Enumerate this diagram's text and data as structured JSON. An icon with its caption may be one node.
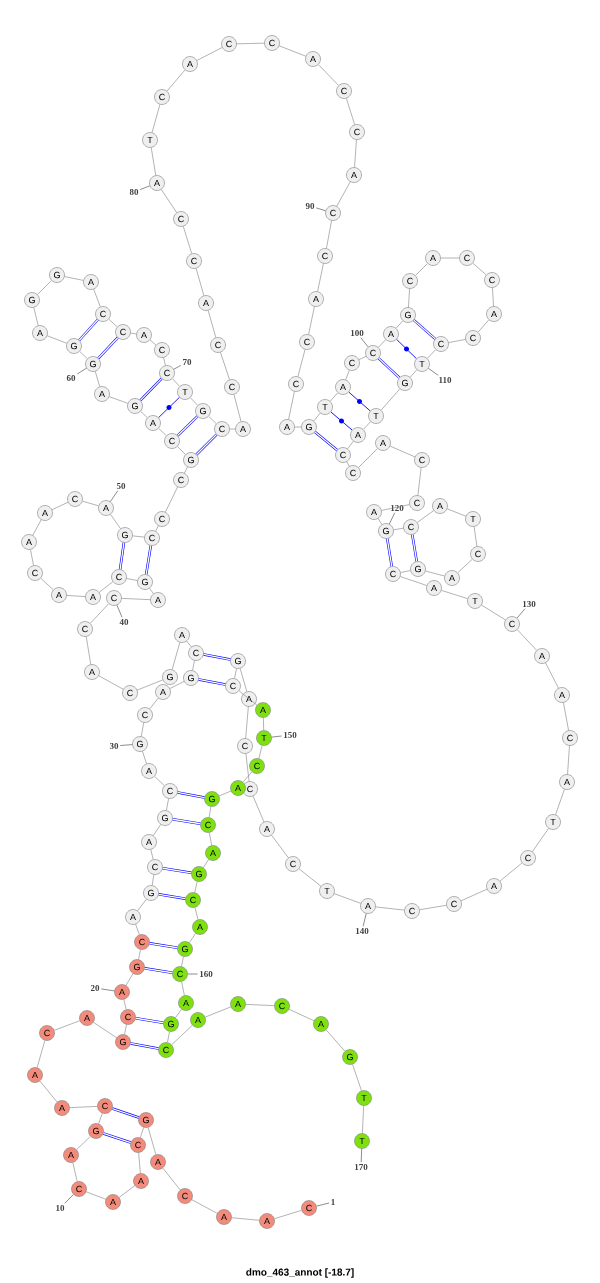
{
  "diagram": {
    "title": "dmo_463_annot [-18.7]",
    "nodes": [
      {
        "text": [
          "C"
        ]
      },
      {
        "text": [
          "A"
        ]
      },
      {
        "text": [
          "A"
        ]
      },
      {
        "text": [
          "C"
        ]
      },
      {
        "text": [
          "A"
        ]
      },
      {
        "text": [
          "G"
        ]
      },
      {
        "text": [
          "C"
        ]
      },
      {
        "text": [
          "A"
        ]
      },
      {
        "text": [
          "A"
        ]
      },
      {
        "text": [
          "C"
        ]
      },
      {
        "text": [
          "A"
        ]
      },
      {
        "text": [
          "G"
        ]
      },
      {
        "text": [
          "C"
        ]
      },
      {
        "text": [
          "A"
        ]
      },
      {
        "text": [
          "A"
        ]
      },
      {
        "text": [
          "C"
        ]
      },
      {
        "text": [
          "A"
        ]
      },
      {
        "text": [
          "G"
        ]
      },
      {
        "text": [
          "C"
        ]
      },
      {
        "text": [
          "A"
        ]
      },
      {
        "text": [
          "G"
        ]
      },
      {
        "text": [
          "C"
        ]
      },
      {
        "text": [
          "A"
        ]
      },
      {
        "text": [
          "G"
        ]
      },
      {
        "text": [
          "C"
        ]
      },
      {
        "text": [
          "A"
        ]
      },
      {
        "text": [
          "G"
        ]
      },
      {
        "text": [
          "C"
        ]
      },
      {
        "text": [
          "A"
        ]
      },
      {
        "text": [
          "G"
        ]
      },
      {
        "text": [
          "C"
        ]
      },
      {
        "text": [
          "A"
        ]
      },
      {
        "text": [
          "G"
        ]
      },
      {
        "text": [
          "C"
        ]
      },
      {
        "text": [
          "A"
        ]
      },
      {
        "text": [
          "G"
        ]
      },
      {
        "text": [
          "C"
        ]
      },
      {
        "text": [
          "A"
        ]
      },
      {
        "text": [
          "C"
        ]
      },
      {
        "text": [
          "C"
        ]
      },
      {
        "text": [
          "A"
        ]
      },
      {
        "text": [
          "G"
        ]
      },
      {
        "text": [
          "C"
        ]
      },
      {
        "text": [
          "A"
        ]
      },
      {
        "text": [
          "A"
        ]
      },
      {
        "text": [
          "C"
        ]
      },
      {
        "text": [
          "A"
        ]
      },
      {
        "text": [
          "A"
        ]
      },
      {
        "text": [
          "C"
        ]
      },
      {
        "text": [
          "A"
        ]
      },
      {
        "text": [
          "G"
        ]
      },
      {
        "text": [
          "C"
        ]
      },
      {
        "text": [
          "C"
        ]
      },
      {
        "text": [
          "C"
        ]
      },
      {
        "text": [
          "G"
        ]
      },
      {
        "text": [
          "C"
        ]
      },
      {
        "text": [
          "A"
        ]
      },
      {
        "text": [
          "G"
        ]
      },
      {
        "text": [
          "A"
        ]
      },
      {
        "text": [
          "G"
        ]
      },
      {
        "text": [
          "G"
        ]
      },
      {
        "text": [
          "A"
        ]
      },
      {
        "text": [
          "G"
        ]
      },
      {
        "text": [
          "G"
        ]
      },
      {
        "text": [
          "A"
        ]
      },
      {
        "text": [
          "C"
        ]
      },
      {
        "text": [
          "C"
        ]
      },
      {
        "text": [
          "A"
        ]
      },
      {
        "text": [
          "C"
        ]
      },
      {
        "text": [
          "C"
        ]
      },
      {
        "text": [
          "T"
        ]
      },
      {
        "text": [
          "G"
        ]
      },
      {
        "text": [
          "C"
        ]
      },
      {
        "text": [
          "A"
        ]
      },
      {
        "text": [
          "C"
        ]
      },
      {
        "text": [
          "C"
        ]
      },
      {
        "text": [
          "A"
        ]
      },
      {
        "text": [
          "C"
        ]
      },
      {
        "text": [
          "C"
        ]
      },
      {
        "text": [
          "A"
        ]
      },
      {
        "text": [
          "T"
        ]
      },
      {
        "text": [
          "C"
        ]
      },
      {
        "text": [
          "A"
        ]
      },
      {
        "text": [
          "C"
        ]
      },
      {
        "text": [
          "C"
        ]
      },
      {
        "text": [
          "A"
        ]
      },
      {
        "text": [
          "C"
        ]
      },
      {
        "text": [
          "C"
        ]
      },
      {
        "text": [
          "A"
        ]
      },
      {
        "text": [
          "C"
        ]
      },
      {
        "text": [
          "C"
        ]
      },
      {
        "text": [
          "A"
        ]
      },
      {
        "text": [
          "C"
        ]
      },
      {
        "text": [
          "C"
        ]
      },
      {
        "text": [
          "A"
        ]
      },
      {
        "text": [
          "G"
        ]
      },
      {
        "text": [
          "T"
        ]
      },
      {
        "text": [
          "A"
        ]
      },
      {
        "text": [
          "C"
        ]
      },
      {
        "text": [
          "C"
        ]
      },
      {
        "text": [
          "A"
        ]
      },
      {
        "text": [
          "G"
        ]
      },
      {
        "text": [
          "C"
        ]
      },
      {
        "text": [
          "A"
        ]
      },
      {
        "text": [
          "C"
        ]
      },
      {
        "text": [
          "C"
        ]
      },
      {
        "text": [
          "A"
        ]
      },
      {
        "text": [
          "C"
        ]
      },
      {
        "text": [
          "C"
        ]
      },
      {
        "text": [
          "T"
        ]
      },
      {
        "text": [
          "G"
        ]
      },
      {
        "text": [
          "T"
        ]
      },
      {
        "text": [
          "A"
        ]
      },
      {
        "text": [
          "C"
        ]
      },
      {
        "text": [
          "C"
        ]
      },
      {
        "text": [
          "A"
        ]
      },
      {
        "text": [
          "C"
        ]
      },
      {
        "text": [
          "C"
        ]
      },
      {
        "text": [
          "A"
        ]
      },
      {
        "text": [
          "G"
        ]
      },
      {
        "text": [
          "C"
        ]
      },
      {
        "text": [
          "A"
        ]
      },
      {
        "text": [
          "T"
        ]
      },
      {
        "text": [
          "C"
        ]
      },
      {
        "text": [
          "A"
        ]
      },
      {
        "text": [
          "G"
        ]
      },
      {
        "text": [
          "C"
        ]
      },
      {
        "text": [
          "A"
        ]
      },
      {
        "text": [
          "T"
        ]
      },
      {
        "text": [
          "C"
        ]
      },
      {
        "text": [
          "A"
        ]
      },
      {
        "text": [
          "A"
        ]
      },
      {
        "text": [
          "C"
        ]
      },
      {
        "text": [
          "A"
        ]
      },
      {
        "text": [
          "T"
        ]
      },
      {
        "text": [
          "C"
        ]
      },
      {
        "text": [
          "A"
        ]
      },
      {
        "text": [
          "C"
        ]
      },
      {
        "text": [
          "C"
        ]
      },
      {
        "text": [
          "A"
        ]
      },
      {
        "text": [
          "T"
        ]
      },
      {
        "text": [
          "C"
        ]
      },
      {
        "text": [
          "A"
        ]
      },
      {
        "text": [
          "C"
        ]
      },
      {
        "text": [
          "C"
        ]
      },
      {
        "text": [
          "A"
        ]
      },
      {
        "text": [
          "G"
        ]
      },
      {
        "text": [
          "C"
        ]
      },
      {
        "text": [
          "A"
        ]
      },
      {
        "text": [
          "T"
        ]
      },
      {
        "text": [
          "C"
        ]
      },
      {
        "text": [
          "A"
        ]
      },
      {
        "text": [
          "G"
        ]
      },
      {
        "text": [
          "C"
        ]
      },
      {
        "text": [
          "A"
        ]
      },
      {
        "text": [
          "G"
        ]
      },
      {
        "text": [
          "C"
        ]
      },
      {
        "text": [
          "A"
        ]
      },
      {
        "text": [
          "G"
        ]
      },
      {
        "text": [
          "C"
        ]
      },
      {
        "text": [
          "A"
        ]
      },
      {
        "text": [
          "G"
        ]
      },
      {
        "text": [
          "C"
        ]
      },
      {
        "text": [
          "A"
        ]
      },
      {
        "text": [
          "A"
        ]
      },
      {
        "text": [
          "C"
        ]
      },
      {
        "text": [
          "A"
        ]
      },
      {
        "text": [
          "G"
        ]
      },
      {
        "text": [
          "T"
        ]
      },
      {
        "text": [
          "T"
        ]
      },
      {
        "text": [
          "1"
        ]
      },
      {
        "text": [
          "10"
        ]
      },
      {
        "text": [
          "20"
        ]
      },
      {
        "text": [
          "30"
        ]
      },
      {
        "text": [
          "40"
        ]
      },
      {
        "text": [
          "50"
        ]
      },
      {
        "text": [
          "60"
        ]
      },
      {
        "text": [
          "70"
        ]
      },
      {
        "text": [
          "80"
        ]
      },
      {
        "text": [
          "90"
        ]
      },
      {
        "text": [
          "100"
        ]
      },
      {
        "text": [
          "110"
        ]
      },
      {
        "text": [
          "120"
        ]
      },
      {
        "text": [
          "130"
        ]
      },
      {
        "text": [
          "140"
        ]
      },
      {
        "text": [
          "150"
        ]
      },
      {
        "text": [
          "160"
        ]
      },
      {
        "text": [
          "170"
        ]
      }
    ],
    "edges": [
      {
        "from": 0,
        "to": 1,
        "arrow": "none"
      },
      {
        "from": 1,
        "to": 2,
        "arrow": "none"
      },
      {
        "from": 2,
        "to": 3,
        "arrow": "none"
      },
      {
        "from": 3,
        "to": 4,
        "arrow": "none"
      },
      {
        "from": 4,
        "to": 5,
        "arrow": "none"
      },
      {
        "from": 5,
        "to": 6,
        "arrow": "none"
      },
      {
        "from": 6,
        "to": 7,
        "arrow": "none"
      },
      {
        "from": 7,
        "to": 8,
        "arrow": "none"
      },
      {
        "from": 8,
        "to": 9,
        "arrow": "none"
      },
      {
        "from": 9,
        "to": 10,
        "arrow": "none"
      },
      {
        "from": 10,
        "to": 11,
        "arrow": "none"
      },
      {
        "from": 11,
        "to": 12,
        "arrow": "none"
      },
      {
        "from": 12,
        "to": 13,
        "arrow": "none"
      },
      {
        "from": 13,
        "to": 14,
        "arrow": "none"
      },
      {
        "from": 14,
        "to": 15,
        "arrow": "none"
      },
      {
        "from": 15,
        "to": 16,
        "arrow": "none"
      },
      {
        "from": 16,
        "to": 17,
        "arrow": "none"
      },
      {
        "from": 17,
        "to": 18,
        "arrow": "none"
      },
      {
        "from": 18,
        "to": 19,
        "arrow": "none"
      },
      {
        "from": 19,
        "to": 20,
        "arrow": "none"
      },
      {
        "from": 20,
        "to": 21,
        "arrow": "none"
      },
      {
        "from": 21,
        "to": 22,
        "arrow": "none"
      },
      {
        "from": 22,
        "to": 23,
        "arrow": "none"
      },
      {
        "from": 23,
        "to": 24,
        "arrow": "none"
      },
      {
        "from": 24,
        "to": 25,
        "arrow": "none"
      },
      {
        "from": 25,
        "to": 26,
        "arrow": "none"
      },
      {
        "from": 26,
        "to": 27,
        "arrow": "none"
      },
      {
        "from": 27,
        "to": 28,
        "arrow": "none"
      },
      {
        "from": 28,
        "to": 29,
        "arrow": "none"
      },
      {
        "from": 29,
        "to": 30,
        "arrow": "none"
      },
      {
        "from": 30,
        "to": 31,
        "arrow": "none"
      },
      {
        "from": 31,
        "to": 32,
        "arrow": "none"
      },
      {
        "from": 32,
        "to": 33,
        "arrow": "none"
      },
      {
        "from": 33,
        "to": 34,
        "arrow": "none"
      },
      {
        "from": 34,
        "to": 35,
        "arrow": "none"
      },
      {
        "from": 35,
        "to": 36,
        "arrow": "none"
      },
      {
        "from": 36,
        "to": 37,
        "arrow": "none"
      },
      {
        "from": 37,
        "to": 38,
        "arrow": "none"
      },
      {
        "from": 38,
        "to": 39,
        "arrow": "none"
      },
      {
        "from": 39,
        "to": 40,
        "arrow": "none"
      },
      {
        "from": 40,
        "to": 41,
        "arrow": "none"
      },
      {
        "from": 41,
        "to": 42,
        "arrow": "none"
      },
      {
        "from": 42,
        "to": 43,
        "arrow": "none"
      },
      {
        "from": 43,
        "to": 44,
        "arrow": "none"
      },
      {
        "from": 44,
        "to": 45,
        "arrow": "none"
      },
      {
        "from": 45,
        "to": 46,
        "arrow": "none"
      },
      {
        "from": 46,
        "to": 47,
        "arrow": "none"
      },
      {
        "from": 47,
        "to": 48,
        "arrow": "none"
      },
      {
        "from": 48,
        "to": 49,
        "arrow": "none"
      },
      {
        "from": 49,
        "to": 50,
        "arrow": "none"
      },
      {
        "from": 50,
        "to": 51,
        "arrow": "none"
      },
      {
        "from": 51,
        "to": 52,
        "arrow": "none"
      },
      {
        "from": 52,
        "to": 53,
        "arrow": "none"
      },
      {
        "from": 53,
        "to": 54,
        "arrow": "none"
      },
      {
        "from": 54,
        "to": 55,
        "arrow": "none"
      },
      {
        "from": 55,
        "to": 56,
        "arrow": "none"
      },
      {
        "from": 56,
        "to": 57,
        "arrow": "none"
      },
      {
        "from": 57,
        "to": 58,
        "arrow": "none"
      },
      {
        "from": 58,
        "to": 59,
        "arrow": "none"
      },
      {
        "from": 59,
        "to": 60,
        "arrow": "none"
      },
      {
        "from": 60,
        "to": 61,
        "arrow": "none"
      },
      {
        "from": 61,
        "to": 62,
        "arrow": "none"
      },
      {
        "from": 62,
        "to": 63,
        "arrow": "none"
      },
      {
        "from": 63,
        "to": 64,
        "arrow": "none"
      },
      {
        "from": 64,
        "to": 65,
        "arrow": "none"
      },
      {
        "from": 65,
        "to": 66,
        "arrow": "none"
      },
      {
        "from": 66,
        "to": 67,
        "arrow": "none"
      },
      {
        "from": 67,
        "to": 68,
        "arrow": "none"
      },
      {
        "from": 68,
        "to": 69,
        "arrow": "none"
      },
      {
        "from": 69,
        "to": 70,
        "arrow": "none"
      },
      {
        "from": 70,
        "to": 71,
        "arrow": "none"
      },
      {
        "from": 71,
        "to": 72,
        "arrow": "none"
      },
      {
        "from": 72,
        "to": 73,
        "arrow": "none"
      },
      {
        "from": 73,
        "to": 74,
        "arrow": "none"
      },
      {
        "from": 74,
        "to": 75,
        "arrow": "none"
      },
      {
        "from": 75,
        "to": 76,
        "arrow": "none"
      },
      {
        "from": 76,
        "to": 77,
        "arrow": "none"
      },
      {
        "from": 77,
        "to": 78,
        "arrow": "none"
      },
      {
        "from": 78,
        "to": 79,
        "arrow": "none"
      },
      {
        "from": 79,
        "to": 80,
        "arrow": "none"
      },
      {
        "from": 80,
        "to": 81,
        "arrow": "none"
      },
      {
        "from": 81,
        "to": 82,
        "arrow": "none"
      },
      {
        "from": 82,
        "to": 83,
        "arrow": "none"
      },
      {
        "from": 83,
        "to": 84,
        "arrow": "none"
      },
      {
        "from": 84,
        "to": 85,
        "arrow": "none"
      },
      {
        "from": 85,
        "to": 86,
        "arrow": "none"
      },
      {
        "from": 86,
        "to": 87,
        "arrow": "none"
      },
      {
        "from": 87,
        "to": 88,
        "arrow": "none"
      },
      {
        "from": 88,
        "to": 89,
        "arrow": "none"
      },
      {
        "from": 89,
        "to": 90,
        "arrow": "none"
      },
      {
        "from": 90,
        "to": 91,
        "arrow": "none"
      },
      {
        "from": 91,
        "to": 92,
        "arrow": "none"
      },
      {
        "from": 92,
        "to": 93,
        "arrow": "none"
      },
      {
        "from": 93,
        "to": 94,
        "arrow": "none"
      },
      {
        "from": 94,
        "to": 95,
        "arrow": "none"
      },
      {
        "from": 95,
        "to": 96,
        "arrow": "none"
      },
      {
        "from": 96,
        "to": 97,
        "arrow": "none"
      },
      {
        "from": 97,
        "to": 98,
        "arrow": "none"
      },
      {
        "from": 98,
        "to": 99,
        "arrow": "none"
      },
      {
        "from": 99,
        "to": 100,
        "arrow": "none"
      },
      {
        "from": 100,
        "to": 101,
        "arrow": "none"
      },
      {
        "from": 101,
        "to": 102,
        "arrow": "none"
      },
      {
        "from": 102,
        "to": 103,
        "arrow": "none"
      },
      {
        "from": 103,
        "to": 104,
        "arrow": "none"
      },
      {
        "from": 104,
        "to": 105,
        "arrow": "none"
      },
      {
        "from": 105,
        "to": 106,
        "arrow": "none"
      },
      {
        "from": 106,
        "to": 107,
        "arrow": "none"
      },
      {
        "from": 107,
        "to": 108,
        "arrow": "none"
      },
      {
        "from": 108,
        "to": 109,
        "arrow": "none"
      },
      {
        "from": 109,
        "to": 110,
        "arrow": "none"
      },
      {
        "from": 110,
        "to": 111,
        "arrow": "none"
      },
      {
        "from": 111,
        "to": 112,
        "arrow": "none"
      },
      {
        "from": 112,
        "to": 113,
        "arrow": "none"
      },
      {
        "from": 113,
        "to": 114,
        "arrow": "none"
      },
      {
        "from": 114,
        "to": 115,
        "arrow": "none"
      },
      {
        "from": 115,
        "to": 116,
        "arrow": "none"
      },
      {
        "from": 116,
        "to": 117,
        "arrow": "none"
      },
      {
        "from": 117,
        "to": 118,
        "arrow": "none"
      },
      {
        "from": 118,
        "to": 119,
        "arrow": "none"
      },
      {
        "from": 119,
        "to": 120,
        "arrow": "none"
      },
      {
        "from": 120,
        "to": 121,
        "arrow": "none"
      },
      {
        "from": 121,
        "to": 122,
        "arrow": "none"
      },
      {
        "from": 122,
        "to": 123,
        "arrow": "none"
      },
      {
        "from": 123,
        "to": 124,
        "arrow": "none"
      },
      {
        "from": 124,
        "to": 125,
        "arrow": "none"
      },
      {
        "from": 125,
        "to": 126,
        "arrow": "none"
      },
      {
        "from": 126,
        "to": 127,
        "arrow": "none"
      },
      {
        "from": 127,
        "to": 128,
        "arrow": "none"
      },
      {
        "from": 128,
        "to": 129,
        "arrow": "none"
      },
      {
        "from": 129,
        "to": 130,
        "arrow": "none"
      },
      {
        "from": 130,
        "to": 131,
        "arrow": "none"
      },
      {
        "from": 131,
        "to": 132,
        "arrow": "none"
      },
      {
        "from": 132,
        "to": 133,
        "arrow": "none"
      },
      {
        "from": 133,
        "to": 134,
        "arrow": "none"
      },
      {
        "from": 134,
        "to": 135,
        "arrow": "none"
      },
      {
        "from": 135,
        "to": 136,
        "arrow": "none"
      },
      {
        "from": 136,
        "to": 137,
        "arrow": "none"
      },
      {
        "from": 137,
        "to": 138,
        "arrow": "none"
      },
      {
        "from": 138,
        "to": 139,
        "arrow": "none"
      },
      {
        "from": 139,
        "to": 140,
        "arrow": "none"
      },
      {
        "from": 140,
        "to": 141,
        "arrow": "none"
      },
      {
        "from": 141,
        "to": 142,
        "arrow": "none"
      },
      {
        "from": 142,
        "to": 143,
        "arrow": "none"
      },
      {
        "from": 143,
        "to": 144,
        "arrow": "none"
      },
      {
        "from": 144,
        "to": 145,
        "arrow": "none"
      },
      {
        "from": 145,
        "to": 146,
        "arrow": "none"
      },
      {
        "from": 146,
        "to": 147,
        "arrow": "none"
      },
      {
        "from": 147,
        "to": 148,
        "arrow": "none"
      },
      {
        "from": 148,
        "to": 149,
        "arrow": "none"
      },
      {
        "from": 149,
        "to": 150,
        "arrow": "none"
      },
      {
        "from": 150,
        "to": 151,
        "arrow": "none"
      },
      {
        "from": 151,
        "to": 152,
        "arrow": "none"
      },
      {
        "from": 152,
        "to": 153,
        "arrow": "none"
      },
      {
        "from": 153,
        "to": 154,
        "arrow": "none"
      },
      {
        "from": 154,
        "to": 155,
        "arrow": "none"
      },
      {
        "from": 155,
        "to": 156,
        "arrow": "none"
      },
      {
        "from": 156,
        "to": 157,
        "arrow": "none"
      },
      {
        "from": 157,
        "to": 158,
        "arrow": "none"
      },
      {
        "from": 158,
        "to": 159,
        "arrow": "none"
      },
      {
        "from": 159,
        "to": 160,
        "arrow": "none"
      },
      {
        "from": 160,
        "to": 161,
        "arrow": "none"
      },
      {
        "from": 161,
        "to": 162,
        "arrow": "none"
      },
      {
        "from": 162,
        "to": 163,
        "arrow": "none"
      },
      {
        "from": 163,
        "to": 164,
        "arrow": "none"
      },
      {
        "from": 164,
        "to": 165,
        "arrow": "none"
      },
      {
        "from": 165,
        "to": 166,
        "arrow": "none"
      },
      {
        "from": 166,
        "to": 167,
        "arrow": "none"
      },
      {
        "from": 167,
        "to": 168,
        "arrow": "none"
      },
      {
        "from": 168,
        "to": 169,
        "arrow": "none"
      },
      {
        "from": 5,
        "to": 12,
        "arrow": "none",
        "color": "#0000ff"
      },
      {
        "from": 6,
        "to": 11,
        "arrow": "none",
        "color": "#0000ff"
      },
      {
        "from": 17,
        "to": 162,
        "arrow": "none",
        "color": "#0000ff"
      },
      {
        "from": 18,
        "to": 161,
        "arrow": "none",
        "color": "#0000ff"
      },
      {
        "from": 20,
        "to": 159,
        "arrow": "none",
        "color": "#0000ff"
      },
      {
        "from": 21,
        "to": 158,
        "arrow": "none",
        "color": "#0000ff"
      },
      {
        "from": 23,
        "to": 156,
        "arrow": "none",
        "color": "#0000ff"
      },
      {
        "from": 24,
        "to": 155,
        "arrow": "none",
        "color": "#0000ff"
      },
      {
        "from": 26,
        "to": 153,
        "arrow": "none",
        "color": "#0000ff"
      },
      {
        "from": 27,
        "to": 152,
        "arrow": "none",
        "color": "#0000ff"
      },
      {
        "from": 32,
        "to": 147,
        "arrow": "none",
        "color": "#0000ff"
      },
      {
        "from": 33,
        "to": 146,
        "arrow": "none",
        "color": "#0000ff"
      },
      {
        "from": 41,
        "to": 51,
        "arrow": "none",
        "color": "#0000ff"
      },
      {
        "from": 42,
        "to": 50,
        "arrow": "none",
        "color": "#0000ff"
      },
      {
        "from": 54,
        "to": 72,
        "arrow": "none",
        "color": "#0000ff"
      },
      {
        "from": 55,
        "to": 71,
        "arrow": "none",
        "color": "#0000ff"
      },
      {
        "from": 56,
        "to": 70,
        "arrow": "none",
        "color": "#0000ff"
      },
      {
        "from": 57,
        "to": 69,
        "arrow": "none",
        "color": "#0000ff"
      },
      {
        "from": 59,
        "to": 66,
        "arrow": "none",
        "color": "#0000ff"
      },
      {
        "from": 60,
        "to": 65,
        "arrow": "none",
        "color": "#0000ff"
      },
      {
        "from": 95,
        "to": 113,
        "arrow": "none",
        "color": "#0000ff"
      },
      {
        "from": 96,
        "to": 112,
        "arrow": "none",
        "color": "#0000ff"
      },
      {
        "from": 97,
        "to": 111,
        "arrow": "none",
        "color": "#0000ff"
      },
      {
        "from": 99,
        "to": 110,
        "arrow": "none",
        "color": "#0000ff"
      },
      {
        "from": 100,
        "to": 109,
        "arrow": "none",
        "color": "#0000ff"
      },
      {
        "from": 101,
        "to": 108,
        "arrow": "none",
        "color": "#0000ff"
      },
      {
        "from": 119,
        "to": 126,
        "arrow": "none",
        "color": "#0000ff"
      },
      {
        "from": 120,
        "to": 125,
        "arrow": "none",
        "color": "#0000ff"
      },
      {
        "from": 170,
        "to": 0,
        "arrow": "none"
      },
      {
        "from": 171,
        "to": 9,
        "arrow": "none"
      },
      {
        "from": 172,
        "to": 19,
        "arrow": "none"
      },
      {
        "from": 173,
        "to": 29,
        "arrow": "none"
      },
      {
        "from": 174,
        "to": 39,
        "arrow": "none"
      },
      {
        "from": 175,
        "to": 49,
        "arrow": "none"
      },
      {
        "from": 176,
        "to": 59,
        "arrow": "none"
      },
      {
        "from": 177,
        "to": 69,
        "arrow": "none"
      },
      {
        "from": 178,
        "to": 79,
        "arrow": "none"
      },
      {
        "from": 179,
        "to": 89,
        "arrow": "none"
      },
      {
        "from": 180,
        "to": 99,
        "arrow": "none"
      },
      {
        "from": 181,
        "to": 109,
        "arrow": "none"
      },
      {
        "from": 182,
        "to": 119,
        "arrow": "none"
      },
      {
        "from": 183,
        "to": 129,
        "arrow": "none"
      },
      {
        "from": 184,
        "to": 139,
        "arrow": "none"
      },
      {
        "from": 185,
        "to": 149,
        "arrow": "none"
      },
      {
        "from": 186,
        "to": 159,
        "arrow": "none"
      },
      {
        "from": 187,
        "to": 169,
        "arrow": "none"
      }
    ]
  }
}
